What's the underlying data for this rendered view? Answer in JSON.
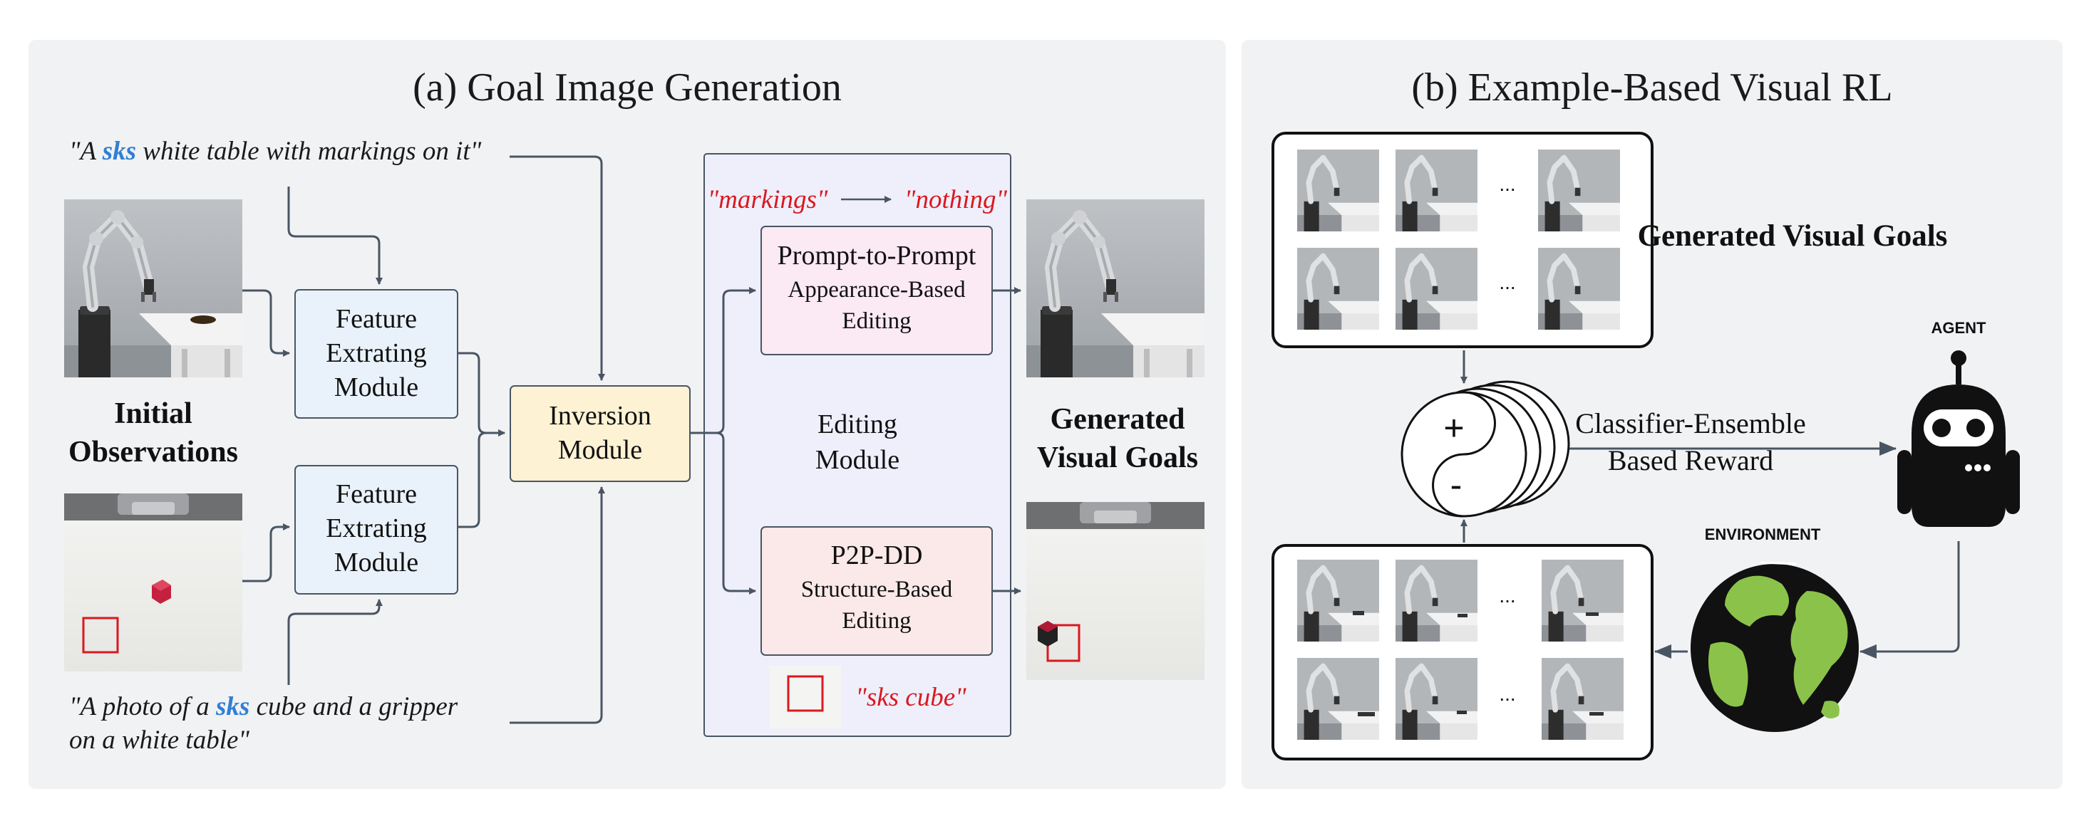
{
  "panel_a": {
    "title": "(a) Goal Image Generation",
    "prompt_top": {
      "q_open": "\"A ",
      "token": "sks",
      "rest": " white table with markings on it\""
    },
    "prompt_bottom": {
      "line1_open": "\"A photo of a ",
      "token": "sks",
      "line1_rest": " cube and a gripper",
      "line2": "on a white table\""
    },
    "initial_obs": {
      "line1": "Initial",
      "line2": "Observations"
    },
    "feature_module_top": [
      "Feature",
      "Extrating",
      "Module"
    ],
    "feature_module_bottom": [
      "Feature",
      "Extrating",
      "Module"
    ],
    "inversion_module": [
      "Inversion",
      "Module"
    ],
    "edit_from": "\"markings\"",
    "edit_to": "\"nothing\"",
    "p2p_box": [
      "Prompt-to-Prompt",
      "Appearance-Based",
      "Editing"
    ],
    "editing_module": [
      "Editing",
      "Module"
    ],
    "p2pdd_box": [
      "P2P-DD",
      "Structure-Based",
      "Editing"
    ],
    "sks_cube_label": "\"sks cube\"",
    "generated_goals": [
      "Generated",
      "Visual Goals"
    ]
  },
  "panel_b": {
    "title": "(b) Example-Based Visual RL",
    "generated_visual_goals": "Generated Visual Goals",
    "ellipsis": "...",
    "plus_sign": "+",
    "minus_sign": "-",
    "reward_label": [
      "Classifier-Ensemble",
      "Based Reward"
    ],
    "agent_label": "AGENT",
    "environment_label": "ENVIRONMENT"
  },
  "colors": {
    "panel_bg": "#f1f2f4",
    "arrow": "#4a5563",
    "sks_blue": "#2f7fd4",
    "edit_red": "#d9191f",
    "feature_fill": "#e9f2fb",
    "inversion_fill": "#fdf2d4",
    "p2p_fill": "#fbe9f3",
    "p2pdd_fill": "#fbe9e9",
    "editing_region": "#eeeffb",
    "globe_land": "#8bc34a"
  }
}
